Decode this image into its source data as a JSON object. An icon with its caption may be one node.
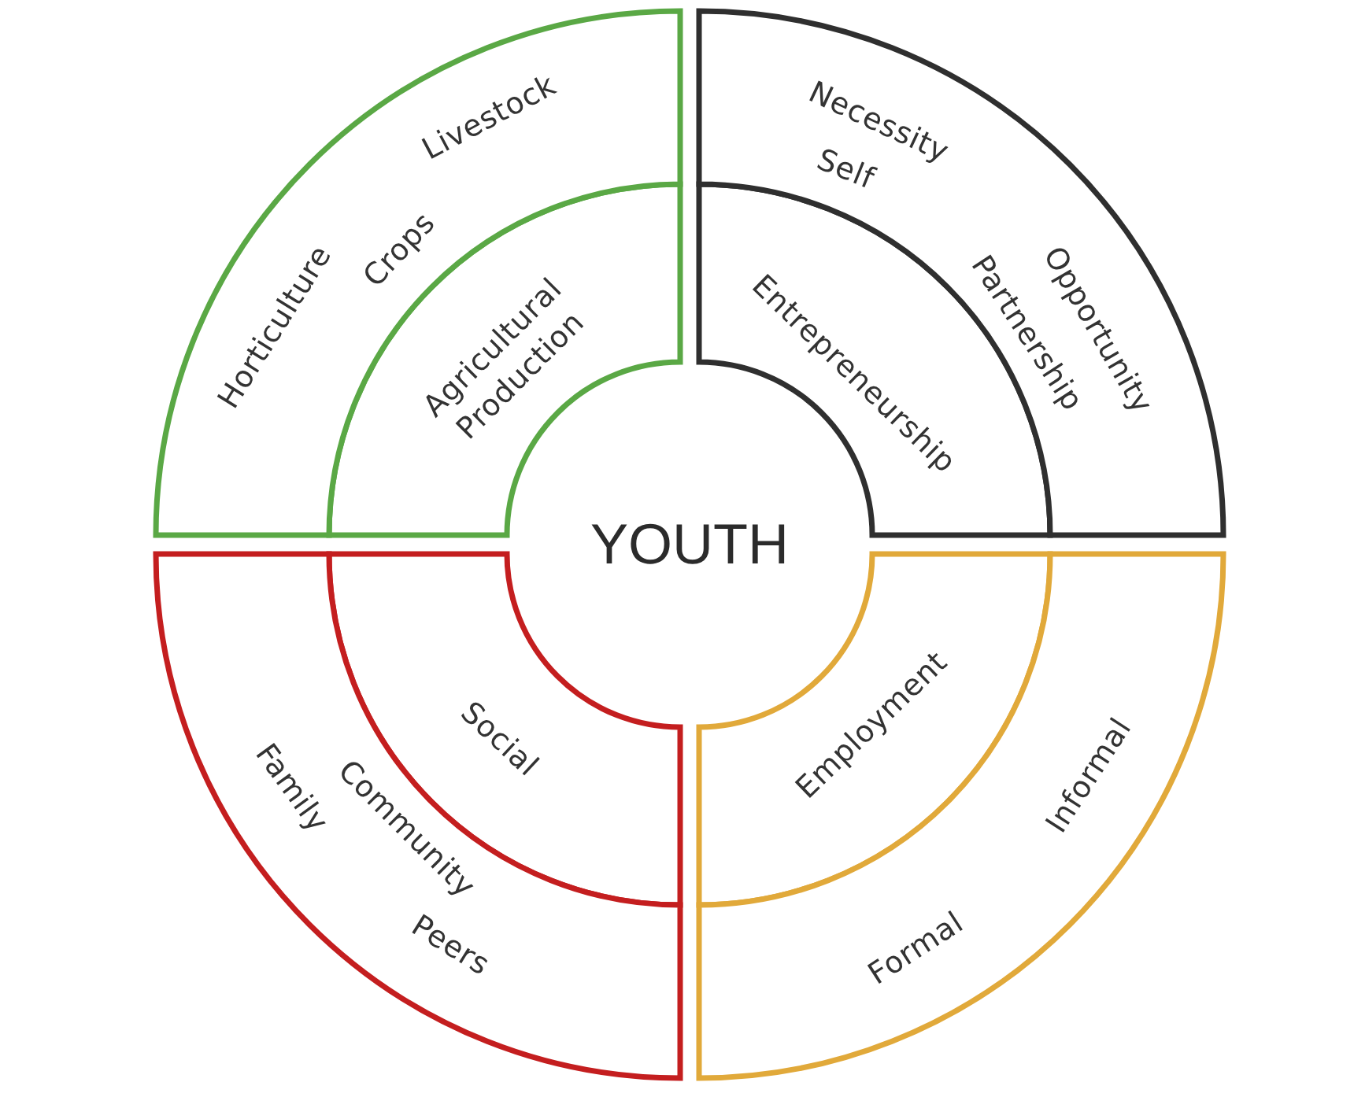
{
  "diagram": {
    "nodes": [
      {
        "text": [
          "YOUTH"
        ]
      },
      {
        "text": [
          "Agricultural Production"
        ]
      },
      {
        "text": [
          "Horticulture",
          "Crops",
          "Livestock"
        ]
      },
      {
        "text": [
          "Entrepreneurship"
        ]
      },
      {
        "text": [
          "Necessity",
          "Self",
          "Partnership",
          "Opportunity"
        ]
      },
      {
        "text": [
          "Social"
        ]
      },
      {
        "text": [
          "Family",
          "Community",
          "Peers"
        ]
      },
      {
        "text": [
          "Employment"
        ]
      },
      {
        "text": [
          "Informal",
          "Formal"
        ]
      }
    ]
  }
}
